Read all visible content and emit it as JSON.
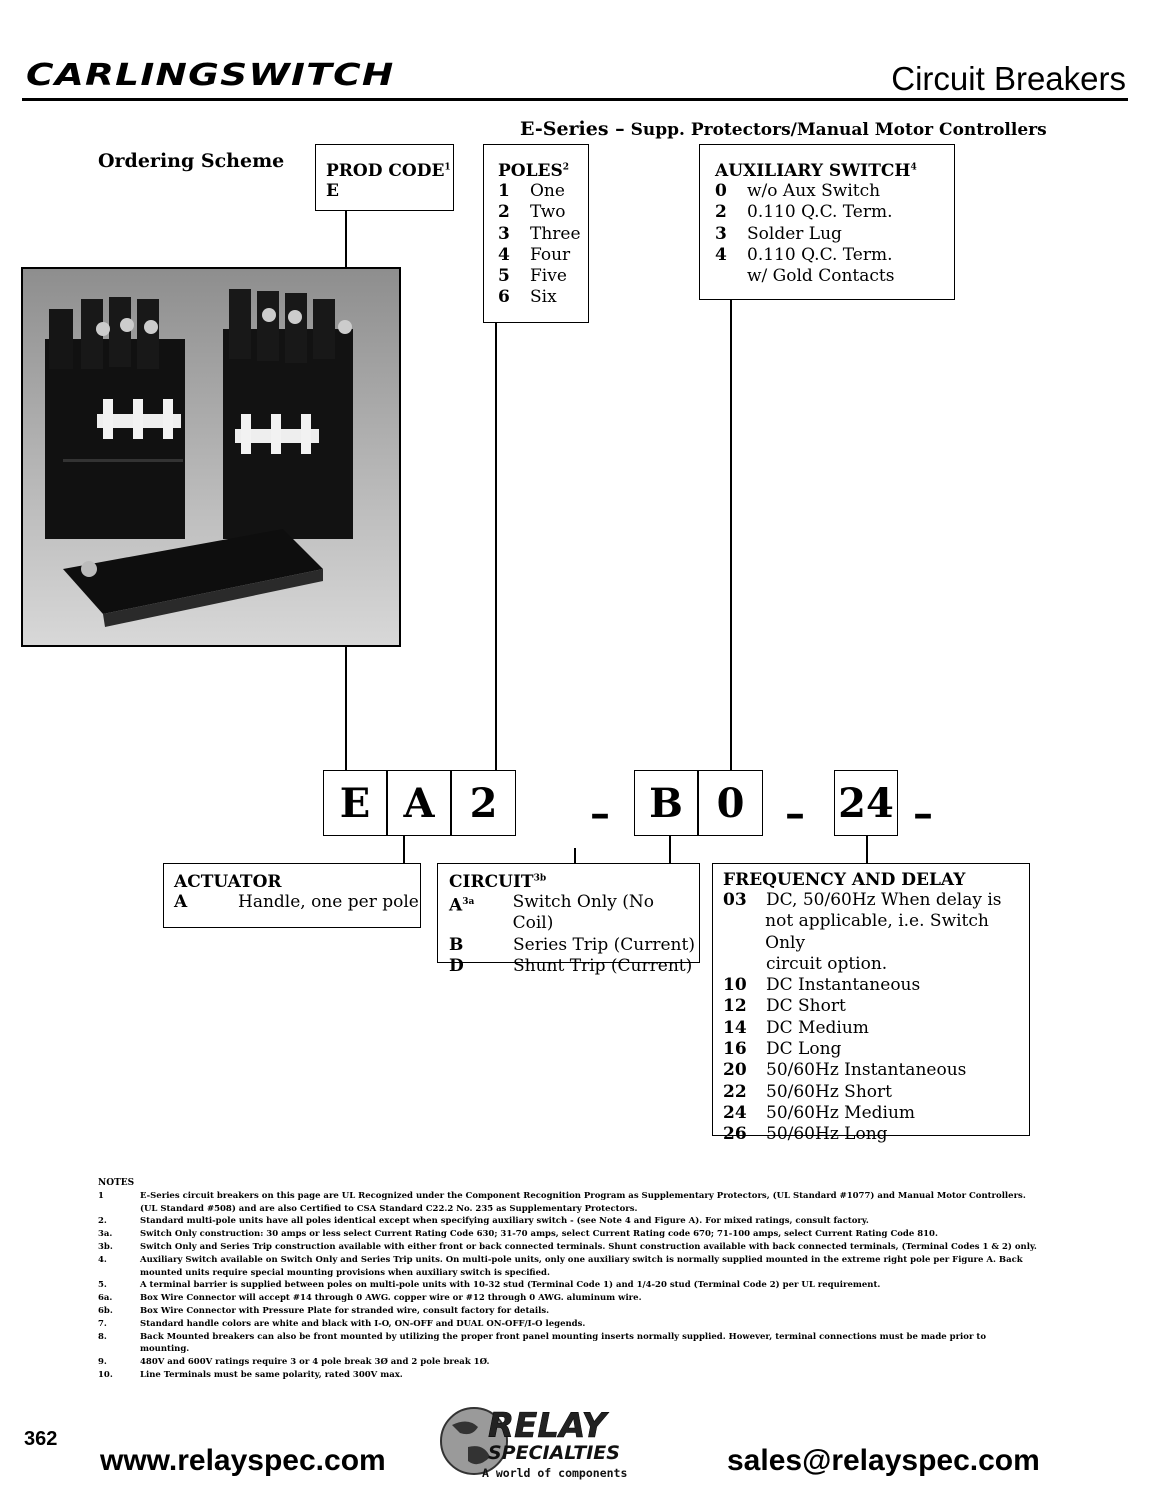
{
  "header": {
    "brand": "CARLINGSWITCH",
    "title": "Circuit Breakers",
    "subtitle_a": "E-Series –",
    "subtitle_b": "Supp. Protectors/Manual Motor Controllers"
  },
  "ordering_scheme_label": "Ordering Scheme",
  "prod_code": {
    "heading": "PROD CODE",
    "sup": "1",
    "value": "E"
  },
  "poles": {
    "heading": "POLES",
    "sup": "2",
    "items": [
      {
        "code": "1",
        "label": "One"
      },
      {
        "code": "2",
        "label": "Two"
      },
      {
        "code": "3",
        "label": "Three"
      },
      {
        "code": "4",
        "label": "Four"
      },
      {
        "code": "5",
        "label": "Five"
      },
      {
        "code": "6",
        "label": "Six"
      }
    ]
  },
  "aux_switch": {
    "heading": "AUXILIARY SWITCH",
    "sup": "4",
    "items": [
      {
        "code": "0",
        "label": "w/o Aux Switch"
      },
      {
        "code": "2",
        "label": "0.110 Q.C. Term."
      },
      {
        "code": "3",
        "label": "Solder Lug"
      },
      {
        "code": "4",
        "label": "0.110 Q.C. Term."
      },
      {
        "code": "",
        "label": "w/ Gold Contacts"
      }
    ]
  },
  "code_example": {
    "c1": "E",
    "c2": "A",
    "c3": "2",
    "c4": "B",
    "c5": "0",
    "c6": "24",
    "dash": "–"
  },
  "actuator": {
    "heading": "ACTUATOR",
    "code": "A",
    "label": "Handle, one per pole"
  },
  "circuit": {
    "heading": "CIRCUIT",
    "sup": "3b",
    "items": [
      {
        "code": "A",
        "sup": "3a",
        "label": "Switch Only (No Coil)"
      },
      {
        "code": "B",
        "sup": "",
        "label": "Series Trip (Current)"
      },
      {
        "code": "D",
        "sup": "",
        "label": "Shunt Trip (Current)"
      }
    ]
  },
  "frequency": {
    "heading": "FREQUENCY AND DELAY",
    "items": [
      {
        "code": "03",
        "label": "DC, 50/60Hz When delay is"
      },
      {
        "code": "",
        "label": "not applicable, i.e. Switch Only"
      },
      {
        "code": "",
        "label": "circuit option."
      },
      {
        "code": "10",
        "label": "DC Instantaneous"
      },
      {
        "code": "12",
        "label": "DC Short"
      },
      {
        "code": "14",
        "label": "DC Medium"
      },
      {
        "code": "16",
        "label": "DC Long"
      },
      {
        "code": "20",
        "label": "50/60Hz Instantaneous"
      },
      {
        "code": "22",
        "label": "50/60Hz Short"
      },
      {
        "code": "24",
        "label": "50/60Hz Medium"
      },
      {
        "code": "26",
        "label": "50/60Hz Long"
      }
    ]
  },
  "notes": {
    "heading": "NOTES",
    "items": [
      {
        "n": "1",
        "t": "E-Series circuit breakers on this page are UL Recognized under the Component Recognition Program as Supplementary Protectors, (UL Standard #1077) and Manual Motor Controllers. (UL Standard #508) and are also Certified to CSA Standard C22.2 No. 235 as Supplementary Protectors."
      },
      {
        "n": "2.",
        "t": "Standard multi-pole units have all poles identical except when specifying auxiliary switch - (see Note 4 and Figure A). For mixed ratings, consult factory."
      },
      {
        "n": "3a.",
        "t": "Switch Only construction: 30 amps or less select Current Rating Code 630; 31-70 amps, select Current Rating code 670; 71-100 amps, select Current Rating Code 810."
      },
      {
        "n": "3b.",
        "t": "Switch Only and Series Trip construction available with either front or back connected terminals. Shunt construction available with back connected terminals, (Terminal Codes 1 & 2) only."
      },
      {
        "n": "4.",
        "t": "Auxiliary Switch available on Switch Only and Series Trip units. On multi-pole units, only one auxiliary switch is normally supplied mounted in the extreme right pole per Figure A. Back mounted units require special mounting provisions when auxiliary switch is specified."
      },
      {
        "n": "5.",
        "t": "A terminal barrier is supplied between poles on multi-pole units with 10-32 stud (Terminal Code 1) and 1/4-20 stud (Terminal Code 2) per UL requirement."
      },
      {
        "n": "6a.",
        "t": "Box Wire Connector will accept #14 through 0 AWG. copper wire or #12 through 0 AWG. aluminum wire."
      },
      {
        "n": "6b.",
        "t": "Box Wire Connector with Pressure Plate for stranded wire, consult factory for details."
      },
      {
        "n": "7.",
        "t": "Standard handle colors are white and black with I-O, ON-OFF and DUAL ON-OFF/I-O legends."
      },
      {
        "n": "8.",
        "t": "Back Mounted breakers can also be front mounted by utilizing the proper front panel mounting inserts normally supplied. However, terminal connections must be made prior to mounting."
      },
      {
        "n": "9.",
        "t": "480V and 600V ratings require 3 or 4 pole break 3Ø and 2 pole break 1Ø."
      },
      {
        "n": "10.",
        "t": "Line Terminals must be same polarity, rated 300V max."
      }
    ]
  },
  "footer": {
    "page_number": "362",
    "website": "www.relayspec.com",
    "email": "sales@relayspec.com",
    "logo_line1": "RELAY",
    "logo_line2": "SPECIALTIES",
    "logo_tagline": "A world of components"
  }
}
